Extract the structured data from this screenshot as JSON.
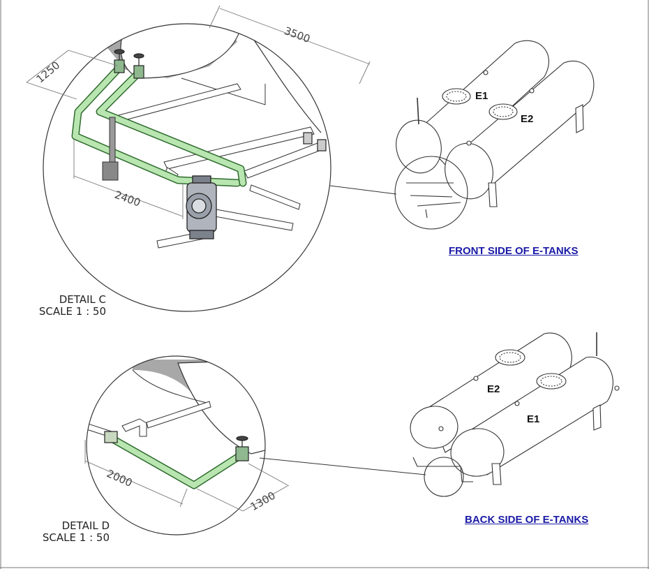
{
  "detail_c": {
    "label": "DETAIL C",
    "scale": "SCALE 1 : 50",
    "dimensions": {
      "top": "3500",
      "left": "1250",
      "bottom": "2400"
    }
  },
  "detail_d": {
    "label": "DETAIL D",
    "scale": "SCALE 1 : 50",
    "dimensions": {
      "bottom": "2000",
      "right": "1300"
    }
  },
  "front_view": {
    "title": "FRONT SIDE OF E-TANKS",
    "tank_tags": [
      "E1",
      "E2"
    ]
  },
  "back_view": {
    "title": "BACK SIDE OF E-TANKS",
    "tank_tags": [
      "E2",
      "E1"
    ]
  },
  "colors": {
    "highlight_pipe": "#b9e6b0",
    "highlight_pipe_stroke": "#2e6b2e",
    "title_link": "#1a1aa6",
    "tank_shadow": "#a8a8a8"
  }
}
